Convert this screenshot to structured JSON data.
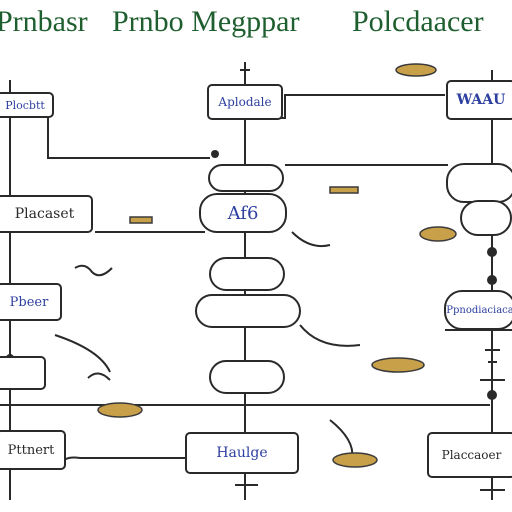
{
  "title": {
    "word_left": "Prnbasr",
    "word_center": "Prnbo Megppar",
    "word_right": "Polcdaacer"
  },
  "nodes": {
    "left_1": "Plocbtt",
    "left_2": "Placaset",
    "left_3": "Pbeer",
    "left_4": "",
    "left_5": "Pttnert",
    "center_1": "Aplodale",
    "center_2": "",
    "center_3": "Af6",
    "center_4": "",
    "center_5": "",
    "center_6": "",
    "center_7": "Haulge",
    "right_1": "WAAU",
    "right_2": "",
    "right_3": "",
    "right_4": "Ppnodiaciaca",
    "right_5": "Placcaoer"
  },
  "colors": {
    "title": "#1f5f2f",
    "line": "#2a2a2a",
    "label": "#2d3fa0",
    "disc": "#c9a04a"
  }
}
